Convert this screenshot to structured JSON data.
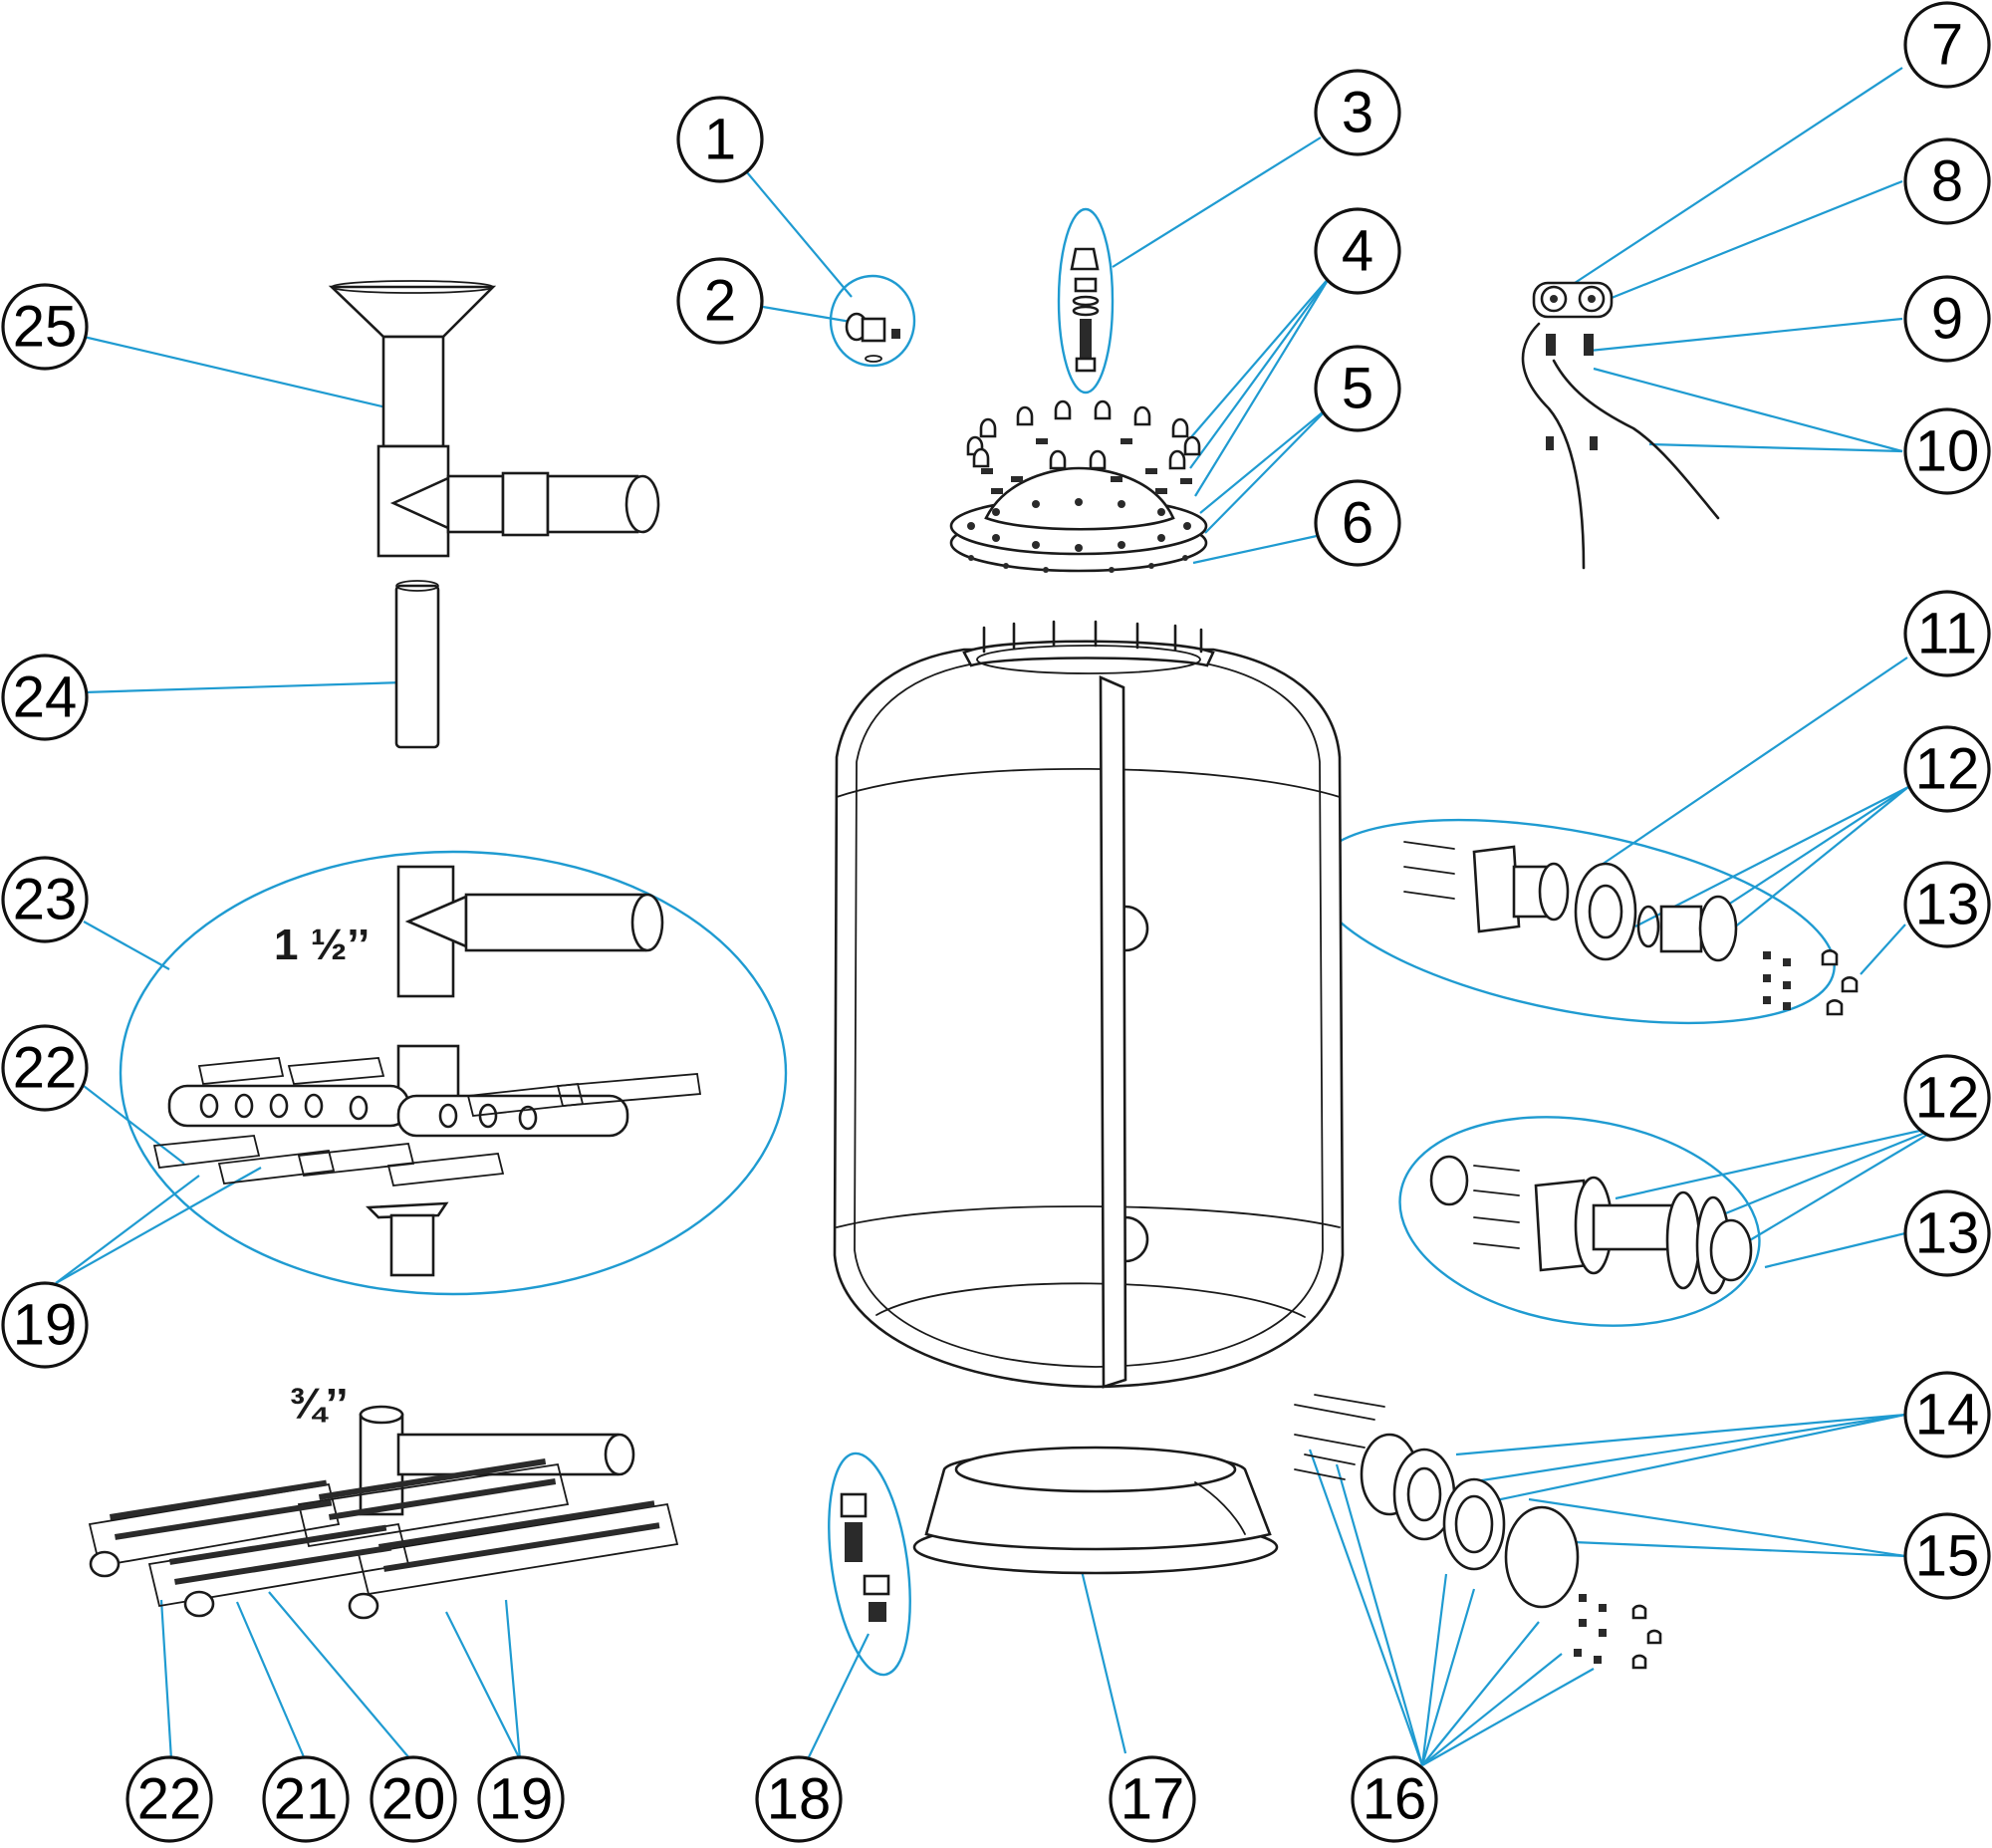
{
  "colors": {
    "leader": "#1f9bd1",
    "outline": "#1a1a1a",
    "callout_border": "#111111",
    "background": "#ffffff"
  },
  "size_labels": {
    "lateral_assembly": "1 ½’’",
    "bottom_collector": "¾’’"
  },
  "callouts": [
    "1",
    "2",
    "3",
    "4",
    "5",
    "6",
    "7",
    "8",
    "9",
    "10",
    "11",
    "12",
    "13",
    "12",
    "13",
    "14",
    "15",
    "16",
    "17",
    "18",
    "19",
    "20",
    "21",
    "22",
    "19",
    "22",
    "23",
    "24",
    "25"
  ]
}
